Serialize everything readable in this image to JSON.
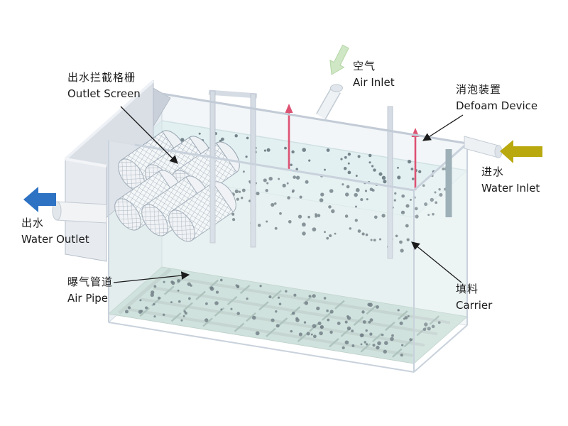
{
  "labels": {
    "outlet_screen": {
      "zh": "出水拦截格栅",
      "en": "Outlet Screen"
    },
    "air_inlet": {
      "zh": "空气",
      "en": "Air Inlet"
    },
    "defoam_device": {
      "zh": "消泡装置",
      "en": "Defoam Device"
    },
    "water_inlet": {
      "zh": "进水",
      "en": "Water Inlet"
    },
    "water_outlet": {
      "zh": "出水",
      "en": "Water Outlet"
    },
    "air_pipe": {
      "zh": "曝气管道",
      "en": "Air Pipe"
    },
    "carrier": {
      "zh": "填料",
      "en": "Carrier"
    }
  },
  "arrows": {
    "water_outlet": {
      "direction": "left",
      "color": "#2e72c4"
    },
    "water_inlet": {
      "direction": "left",
      "color": "#b9a90f"
    },
    "air_inlet": {
      "direction": "down",
      "color": "#cfe7c5",
      "stroke": "#b4d6a6"
    },
    "defoam_spray": {
      "direction": "up",
      "color": "#dd5272"
    }
  },
  "scene": {
    "carrier_dot_color": "#5b6b74",
    "surface_carrier_dots": 230,
    "floor_carrier_dots": 120,
    "water_color": "#d8ecec",
    "tank_edge_color": "#c9d2dc",
    "floor_color": "#c6dbd4",
    "mesh_screen_count": 6,
    "air_lateral_count": 4
  }
}
